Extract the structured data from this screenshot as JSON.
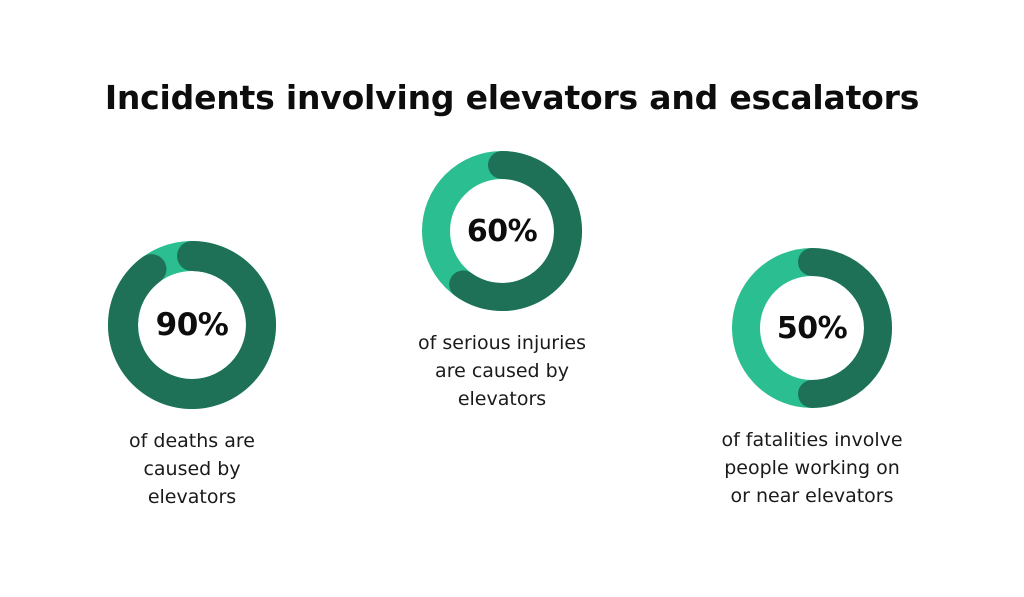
{
  "page": {
    "title": "Incidents involving elevators and escalators",
    "background": "#ffffff"
  },
  "colors": {
    "dark_green": "#1E7057",
    "light_green": "#2BBE90",
    "hole": "#ffffff",
    "text": "#0d0d0d",
    "caption_text": "#1a1a1a"
  },
  "chart_data": {
    "type": "pie",
    "title": "Incidents involving elevators and escalators",
    "subtitle": "",
    "xlabel": "",
    "ylabel": "",
    "legend": "none",
    "grid": false,
    "note": "Three donut (ring) gauges. Each shows a highlighted dark-green share drawn clockwise from 12 o'clock over a light-green remainder ring.",
    "charts": [
      {
        "id": "donut-deaths",
        "value": 90,
        "remainder": 10,
        "value_label": "90%",
        "caption": "of deaths are\ncaused by\nelevators",
        "series": [
          {
            "name": "share",
            "value": 90,
            "color": "#1E7057"
          },
          {
            "name": "remainder",
            "value": 10,
            "color": "#2BBE90"
          }
        ],
        "diameter": 168,
        "ring_thickness": 30
      },
      {
        "id": "donut-serious-injuries",
        "value": 60,
        "remainder": 40,
        "value_label": "60%",
        "caption": "of serious injuries\nare caused by\nelevators",
        "series": [
          {
            "name": "share",
            "value": 60,
            "color": "#1E7057"
          },
          {
            "name": "remainder",
            "value": 40,
            "color": "#2BBE90"
          }
        ],
        "diameter": 160,
        "ring_thickness": 28
      },
      {
        "id": "donut-fatalities-workers",
        "value": 50,
        "remainder": 50,
        "value_label": "50%",
        "caption": "of fatalities involve\npeople working on\nor near elevators",
        "series": [
          {
            "name": "share",
            "value": 50,
            "color": "#1E7057"
          },
          {
            "name": "remainder",
            "value": 50,
            "color": "#2BBE90"
          }
        ],
        "diameter": 160,
        "ring_thickness": 28
      }
    ]
  },
  "stats": [
    {
      "percent": "90%",
      "caption": "of deaths are\ncaused by\nelevators"
    },
    {
      "percent": "60%",
      "caption": "of serious injuries\nare caused by\nelevators"
    },
    {
      "percent": "50%",
      "caption": "of fatalities involve\npeople working on\nor near elevators"
    }
  ]
}
